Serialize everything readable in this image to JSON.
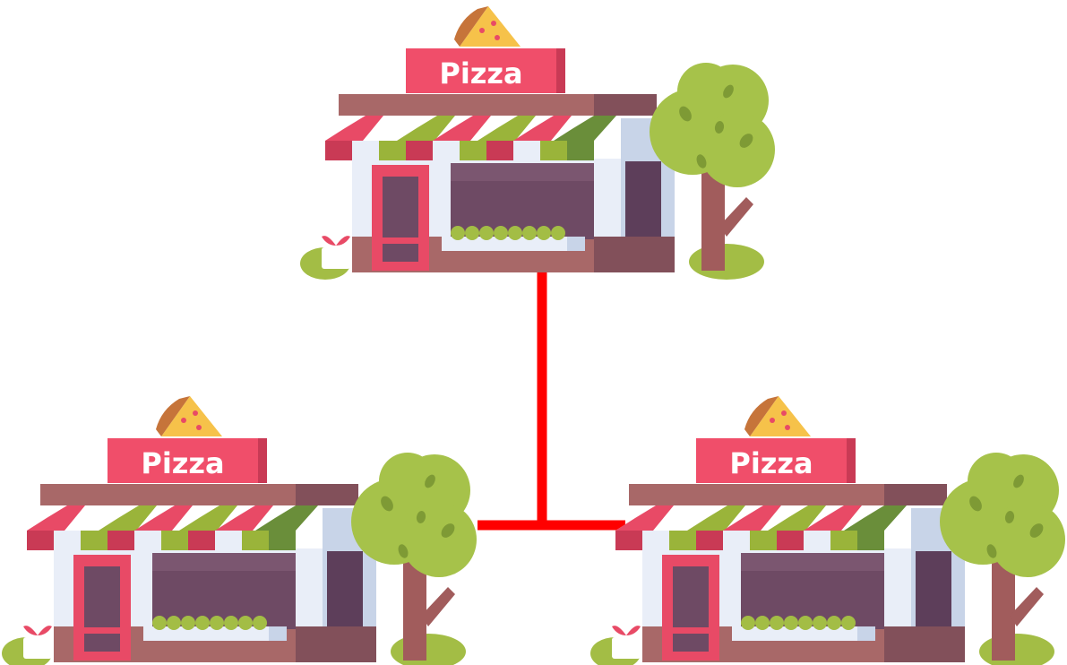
{
  "stores": [
    {
      "id": "top",
      "sign_text": "Pizza"
    },
    {
      "id": "bottom-left",
      "sign_text": "Pizza"
    },
    {
      "id": "bottom-right",
      "sign_text": "Pizza"
    }
  ],
  "connector": {
    "color": "#ff0000"
  },
  "colors": {
    "sign": "#f04e6a",
    "sign_side": "#c93a55",
    "roof": "#a86868",
    "wall": "#e9eef8",
    "wall_shade": "#c8d4e8",
    "window": "#6e4a64",
    "awning_red": "#e84a66",
    "awning_green": "#9ab43a",
    "tree": "#a6c24a",
    "trunk": "#a15c5c"
  }
}
